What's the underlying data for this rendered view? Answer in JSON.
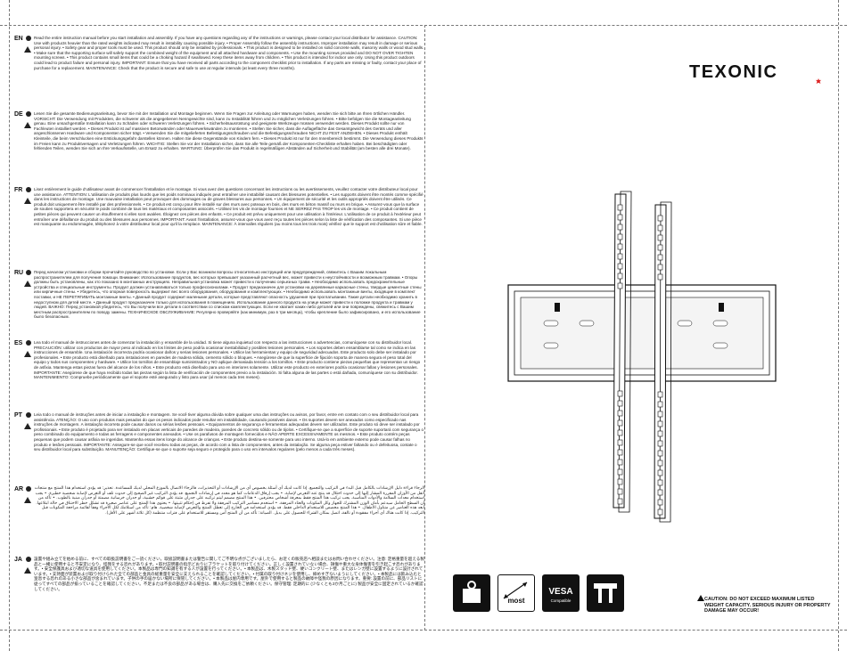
{
  "brand": {
    "name": "TEXONIC"
  },
  "sections": [
    {
      "code": "EN",
      "text": "Read the entire instruction manual before you start installation and assembly. If you have any questions regarding any of the instructions or warnings, please contact your local distributor for assistance. CAUTION: Use with products heavier than the rated weights indicated may result in instability causing possible injury. • Proper Assembly follow the assembly instructions. Improper installation may result in damage or serious personal injury. • Safety gear and proper tools must be used. This product should only be installed by professionals. • This product is designed to be installed on solid concrete walls, masonry walls or wood stud walls. • Make sure that the supporting surface will safely support the combined weight of the equipment and all attached hardware and components. • Use the mounting screws provided and DO NOT OVER TIGHTEN mounting screws. • This product contains small items that could be a choking hazard if swallowed. Keep these items away from children. • This product is intended for indoor use only. Using this product outdoors could lead to product failure and personal injury. IMPORTANT: Ensure that you have received all parts according to the component checklist prior to installation. If any parts are missing or faulty, contact your place of purchase for a replacement. MAINTENANCE: Check that the product is secure and safe to use at regular intervals (at least every three months)."
    },
    {
      "code": "DE",
      "text": "Lesen Sie die gesamte Bedienungsanleitung, bevor Sie mit der Installation und Montage beginnen. Wenn Sie Fragen zur Anleitung oder Warnungen haben, wenden Sie sich bitte an Ihren örtlichen Händler. VORSICHT: Die Verwendung mit Produkten, die schwerer als die angegebenen Nenngewichte sind, kann zu Instabilität führen und zu möglichen Verletzungen führen. • Bitte befolgen Sie die Montageanleitung genau. Eine unsachgemäße Installation kann zu Schäden oder schweren Verletzungen führen. • Sicherheitsausrüstung und geeignete Werkzeuge müssen verwendet werden. Dieses Produkt sollte nur von Fachleuten installiert werden. • Dieses Produkt ist auf massiven Betonwänden oder Mauerwerkswänden zu montieren. • Stellen Sie sicher, dass die Auflagefläche das Gesamtgewicht des Geräts und aller angeschlossenen Hardware und Komponenten sicher trägt. • Verwenden Sie die mitgelieferten Befestigungsschrauben und die Befestigungsschrauben NICHT ZU FEST ANZIEHEN. • Dieses Produkt enthält Kleinteile, die beim Verschlucken eine Erstickungsgefahr darstellen können. Halten Sie diese Gegenstände von Kindern fern. • Dieses Produkt ist nur für den Innenbereich bestimmt. Die Verwendung dieses Produkts im Freien kann zu Produktversagen und Verletzungen führen. WICHTIG: Stellen Sie vor der Installation sicher, dass Sie alle Teile gemäß der Komponenten-Checkliste erhalten haben. Bei beschädigten oder fehlenden Teilen, wenden Sie sich an Ihre Verkaufsstelle, um Ersatz zu erhalten. WARTUNG: Überprüfen Sie das Produkt in regelmäßigen Abständen auf Sicherheit und Stabilität (am besten alle drei Monate)."
    },
    {
      "code": "FR",
      "text": "Lisez entièrement le guide d'utilisateur avant de commencer l'installation et le montage. Si vous avez des questions concernant les instructions ou les avertissements, veuillez contacter votre distributeur local pour une assistance. ATTENTION: L'utilisation de produits plus lourds que les poids nominaux indiqués peut entraîner une instabilité causant des blessures potentielles. • Les supports doivent être montés comme spécifié dans les instructions de montage. Une mauvaise installation peut provoquer des dommages ou de graves blessures aux personnes. • Un équipement de sécurité et les outils appropriés doivent être utilisés. Ce produit doit uniquement être installé par des professionnels. • Ce produit est conçu pour être installé sur des murs avec poteaux en bois, des murs en béton massif ou murs en brique. • Assurez-vous que la surface de soutien supportera en sécurité le poids combiné de tous les matériaux et composantes associés. • Utilisez les vis de montage fournies et NE SERREZ PAS TROP les vis de montage. • Ce produit contient de petites pièces qui peuvent causer un étouffement si elles sont avalées. Éloignez ces pièces des enfants. • Ce produit est prévu uniquement pour une utilisation à l'intérieur. L'utilisation de ce produit à l'extérieur peut entraîner une défaillance du produit ou des blessures aux personnes. IMPORTANT: Avant l'installation, assurez-vous que vous avez reçu toutes les pièces selon la liste de vérification des composantes. Si une pièce est manquante ou endommagée, téléphonez à votre distributeur local pour qu'il la remplace. MAINTENANCE: À intervalles réguliers (au moins tous les trois mois) vérifiez que le support est d'utilisation sûre et fiable."
    },
    {
      "code": "RU",
      "text": "Перед началом установки и сборки прочитайте руководство по установке. Если у Вас возникли вопросы относительно инструкций или предупреждений, свяжитесь с Вашим локальным распространителем для получения помощи. Внимание: Использование продуктов, вес которых превышает указанный расчетный вес, может привести к неустойчивости и возможным травмам. • Опоры должны быть установлены, как это показано в монтажных инструкциях. Неправильная установка может привести к получению серьезных травм. • Необходимо использовать предохранительные устройства и специальные инструменты. Продукт должен устанавливаться только профессионалами. • Продукт предназначен для установки на деревянные каркасные стены, твердые цементные стены или кирпичные стены. • Убедитесь, что опорная поверхность выдержит вес всего оборудования, оборудования и комплектующих. • Необходимо использовать монтажные винты, входящие в комплект поставки, и НЕ ПЕРЕТЯГИВАТЬ монтажные винты. • Данный продукт содержит маленькие детали, которые представляют опасность удушения при проглатывании. Такие детали необходимо хранить в недоступном для детей месте. • Данный продукт предназначен только для использования в помещениях. Использование данного продукта на улице может привести к поломке продукта и травмам у людей. ВАЖНО: Перед установкой убедитесь, что Вы получили все детали в соответствии со списком комплектующих. Если не хватает каких-либо деталей или они повреждены, свяжитесь с Вашим местным распространителем по поводу замены. ТЕХНИЧЕСКОЕ ОБСЛУЖИВАНИЕ: Регулярно проверяйте (как минимум, раз в три месяца), чтобы крепление было зафиксировано, и его использование было безопасным."
    },
    {
      "code": "ES",
      "text": "Lea todo el manual de instrucciones antes de comenzar la instalación y ensamble de la unidad. Si tiene alguna inquietud con respecto a las instrucciones o advertencias, comuníquese con su distribuidor local. PRECAUCIÓN: utilizar con productos de mayor peso al indicado en los límites de peso podría ocasionar inestabilidad y posibles lesiones personales. • Los soportes deben ensamblarse tal como se indica en las instrucciones de ensamble. Una instalación incorrecta podría ocasionar daños y serias lesiones personales. • Utilice las herramientas y equipo de seguridad adecuados. Este producto solo debe ser instalado por profesionales. • Este producto está diseñado para instalaciones en paredes de madera sólida, cemento sólido o bloques. • Asegúrese de que la superficie de fijación soporta de manera segura el peso total del equipo y todos sus componentes y hardware. • Utilice los tornillos de ensamblaje suministrados y NO aplique demasiada tensión a los tornillos. • Este producto contiene piezas pequeñas que representan un riesgo de asfixia. Mantenga estas piezas fuera del alcance de los niños. • Este producto está diseñado para uso en interiores solamente. Utilizar este producto en exteriores podría ocasionar fallas y lesiones personales. IMPORTANTE: Asegúrese de que haya recibido todas las piezas según la lista de verificación de componentes previo a la instalación. Si falta alguna de las partes o está dañada, comuníquese con su distribuidor. MANTENIMIENTO: Compruebe periódicamente que el soporte esté asegurado y listo para usar (al menos cada tres meses)."
    },
    {
      "code": "PT",
      "text": "Leia todo o manual de instruções antes de iniciar a instalação e montagem. Se você tiver alguma dúvida sobre qualquer uma das instruções ou avisos, por favor, entre em contato com o seu distribuidor local para assistência. ATENÇÃO: O uso com produtos mais pesados do que os pesos indicados pode resultar em instabilidade, causando possíveis danos. • Os suportes devem ser anexados como especificado nas instruções de montagem. A instalação incorreta pode causar danos ou sérias lesões pessoais. • Equipamentos de segurança e ferramentas adequadas devem ser utilizados. Este produto só deve ser instalado por profissionais. • Este produto é projetado para ser instalado em placas verticais de paredes de madeira, paredes de concreto sólido ou de tijolos. • Certifique-se que a superfície de suporte suportará com segurança o peso combinado do equipamento e todas as ferragens e componentes anexados. • Use os parafusos de montagem fornecidos e NÃO APERTE EXCESSIVAMENTE os mesmos. • Este produto contém peças pequenas que podem causar asfixia se ingeridas. Mantenha essas itens longe do alcance de crianças. • Este produto destina-se somente para uso interno. Usá-lo em ambiente externo pode causar falhas no produto e lesões pessoais. IMPORTANTE: Assegure-se que você recebeu todas as peças, de acordo com a lista de componentes, antes da instalação. Se alguma peça estiver faltando ou é defeituosa, contate o seu distribuidor local para substituição. MANUTENÇÃO: Certifique-se que o suporte seja seguro e protegido para o uso em intervalos regulares (pelo menos a cada três meses)."
    },
    {
      "code": "AR",
      "text": "الرجاء قراءة دليل الإرشادات بالكامل قبل البدء في التركيب والتجميع. إذا كانت لديك أي أسئلة بخصوص أي من الإرشادات أو التحذيرات، فالرجاء الاتصال بالموزع المحلي لديك للمساعدة. تحذير: قد يؤدي استخدام هذا المنتج مع منتجات أثقل من الأوزان المقررة المشار إليها إلى حدوث اختلال قد ينتج عنه التعرض لإصابة. • يجب إرفاق الدعامات كما هو محدد في إرشادات التجميع. قد يؤدي التركيب غير الصحيح إلى حدوث تلف أو التعرض لإصابة شخصية خطيرة. • يجب استخدام معدات السلامة والأدوات المناسبة. يجب تركيب هذا المنتج فقط بمعرفة أشخاص محترفين. • هذا المنتج مصمم ليتم تركيبه على جدران مثبتة على قوائم خشبية، أو جدران خرسانية مصمتة أو جدران مبنية بالطوب. • تأكد من أن السطح الحامل سيدعم بأمان الوزن المشترك للجهاز وكل المكونات والعتاد المرفقة. • استخدم مسامير التركيب المرفقة ولا تفرط في إحكام تثبيتها. • يحتوي هذا المنتج على عناصر صغيرة قد تشكل خطر الاختناق في حالة ابتلاعها. أبعد هذه العناصر عن متناول الأطفال. • هذا المنتج مخصص للاستخدام الداخلي فقط. قد يؤدي استخدامه في الخارج إلى تعطل المنتج والتعرض لإصابة شخصية. هام: تأكد من استلامك لكل الأجزاء وفقاً لقائمة مراجعة المكونات قبل التركيب. إذا كانت هناك أي أجزاء مفقودة أو تالفة، اتصل بمكان الشراء للحصول على بديل. الصيانة: تأكد من أن المنتج آمن ومستقر للاستخدام على فترات منتظمة (كل ثلاثة أشهر على الأقل)."
    },
    {
      "code": "JA",
      "text": "設置や組み立てを始める前に、すべての取扱説明書をご一読ください。取扱説明書または警告に関してご不明な点がございましたら、お近くの販売店へ相談またはお問い合わせください。注意: 定格重量を超える製品と一緒に使用すると不安定になり、怪我をする恐れがあります。• 取付説明書の指示どおりにブラケットを取り付けてください。正しく設置されていない場合、損傷や重大な身体傷害を引き起こす恐れがあります。• 安全保護具および適切な道具を使用してください。本製品は専門の知識を有する人が設置を行ってください。• 本製品は、木製スタッド壁、硬いコンクリート壁、またはレンガ壁に設置するように設計されています。• 支持面が装置および取り付けられた全ての部品と金具の総重量を安全に支えられることを確認してください。• 付属の取り付けネジを使用し、締めすぎないようにしてください。• 本製品には飲み込むと窒息する恐れのある小さな部品が含まれています。子供の手の届かない場所に保管してください。• 本製品は屋内専用です。屋外で使用すると製品の故障や怪我の原因になります。重要: 設置の前に、部品リストに従ってすべての部品が揃っていることを確認してください。不足または不良の部品がある場合は、購入先に交換をご依頼ください。保守管理: 定期的に (少なくとも3か月ごとに) 製品が安全に固定されているか確認してください。"
    }
  ],
  "icons": [
    {
      "name": "weight-icon",
      "label": ""
    },
    {
      "name": "most-icon",
      "label": "most"
    },
    {
      "name": "vesa-icon",
      "label": "VESA",
      "sublabel": "Compatible"
    },
    {
      "name": "wall-mount-icon",
      "label": ""
    }
  ],
  "caution": "CAUTION: DO NOT EXCEED MAXIMUM LISTED WEIGHT CAPACITY. SERIOUS INJURY OR PROPERTY DAMAGE MAY OCCUR!"
}
